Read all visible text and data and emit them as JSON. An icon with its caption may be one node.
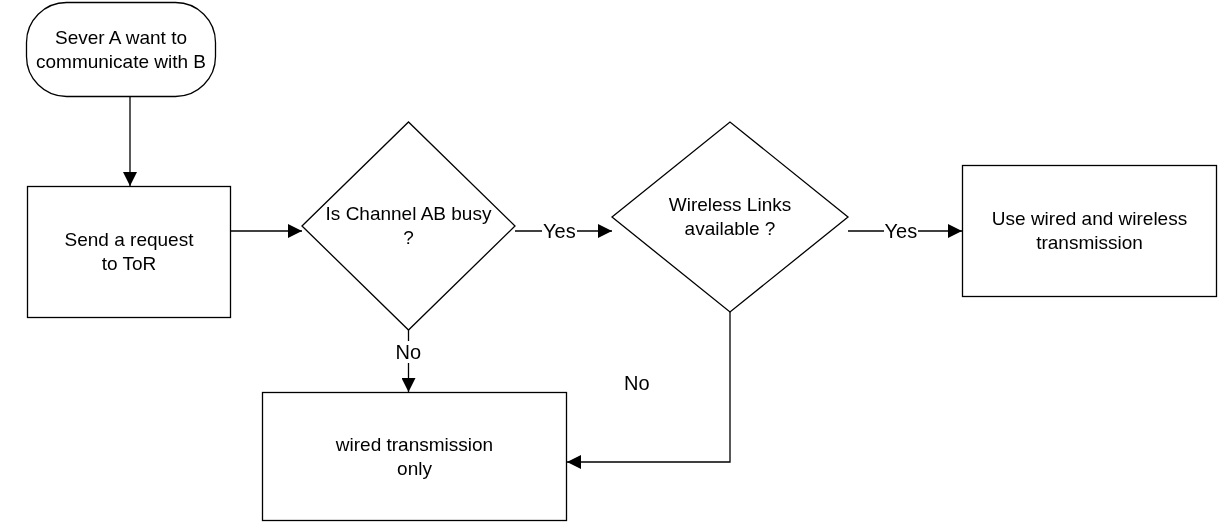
{
  "diagram": {
    "nodes": [
      {
        "text": [
          "Sever A want to communicate with B"
        ]
      },
      {
        "text": [
          "Send a request to ToR"
        ]
      },
      {
        "text": [
          "Is Channel AB busy ?"
        ]
      },
      {
        "text": [
          "Wireless Links available ?"
        ]
      },
      {
        "text": [
          "Use wired and wireless transmission"
        ]
      },
      {
        "text": [
          "wired transmission only"
        ]
      }
    ],
    "edges": [
      {
        "from": 0,
        "to": 1,
        "arrow": "to"
      },
      {
        "from": 1,
        "to": 2,
        "arrow": "to"
      },
      {
        "from": 2,
        "to": 3,
        "arrow": "to",
        "label": "Yes"
      },
      {
        "from": 3,
        "to": 4,
        "arrow": "to",
        "label": "Yes"
      },
      {
        "from": 2,
        "to": 5,
        "arrow": "to",
        "label": "No"
      },
      {
        "from": 3,
        "to": 5,
        "arrow": "to",
        "label": "No"
      }
    ]
  }
}
